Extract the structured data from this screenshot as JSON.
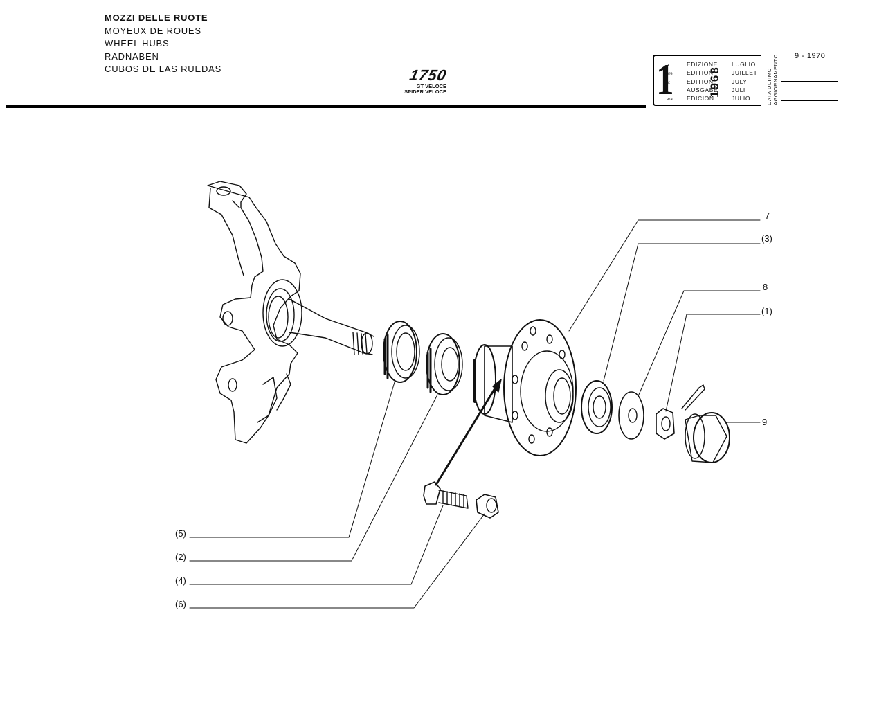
{
  "titles": {
    "it": "MOZZI DELLE RUOTE",
    "fr": "MOYEUX DE ROUES",
    "en": "WHEEL HUBS",
    "de": "RADNABEN",
    "es": "CUBOS DE LAS RUEDAS"
  },
  "model": {
    "number": "1750",
    "variant_1": "GT VELOCE",
    "variant_2": "SPIDER VELOCE"
  },
  "edition": {
    "number": "1",
    "suffixes": [
      "a",
      "ere",
      "st",
      ".",
      "era"
    ],
    "words": [
      "EDIZIONE",
      "EDITION",
      "EDITION",
      "AUSGABE",
      "EDICION"
    ],
    "year": "1968",
    "months": [
      "LUGLIO",
      "JUILLET",
      "JULY",
      "JULI",
      "JULIO"
    ]
  },
  "update": {
    "label_1": "DATA ULTIMO",
    "label_2": "AGGIORNAMENTO",
    "date": "9 - 1970"
  },
  "callouts": {
    "c7": "7",
    "c3": "(3)",
    "c8": "8",
    "c1": "(1)",
    "c9": "9",
    "c5": "(5)",
    "c2": "(2)",
    "c4": "(4)",
    "c6": "(6)"
  }
}
